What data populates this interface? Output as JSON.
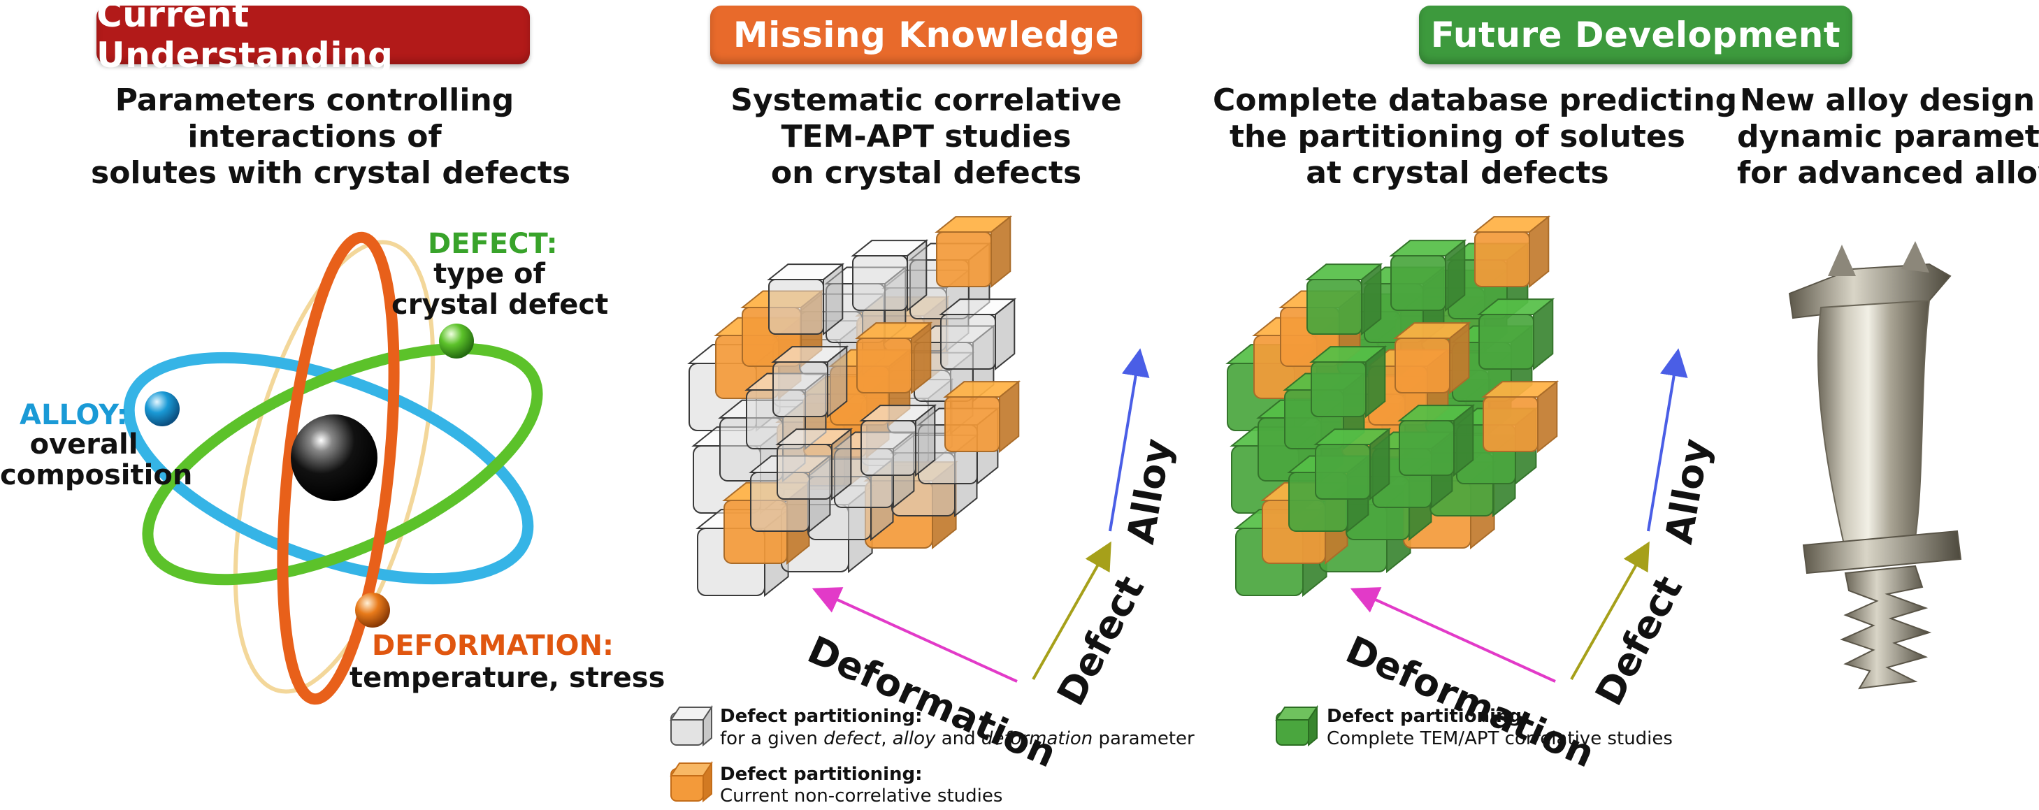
{
  "headers": {
    "current": "Current Understanding",
    "missing": "Missing Knowledge",
    "future": "Future Development"
  },
  "colors": {
    "current": "#b21a19",
    "missing": "#e86a2b",
    "future": "#3d9a3d",
    "alloy": "#1a9ad6",
    "defect": "#38a32a",
    "deformation": "#e0560f",
    "cube_orange": "#f39a3a",
    "cube_green": "#4aa63e",
    "cube_clear": "#d9d9d9"
  },
  "subtitles": {
    "current": [
      "Parameters controlling",
      "interactions of",
      "solutes with crystal defects"
    ],
    "missing": [
      "Systematic correlative",
      "TEM-APT studies",
      "on crystal defects"
    ],
    "future": [
      "Complete database predicting",
      "the partitioning of solutes",
      "at crystal defects"
    ],
    "alloy_design": [
      "New alloy design",
      "dynamic parameter",
      "for advanced alloys"
    ]
  },
  "atom": {
    "defect_title": "DEFECT:",
    "defect_desc": [
      "type of",
      "crystal defect"
    ],
    "alloy_title": "ALLOY:",
    "alloy_desc": [
      "overall",
      "composition"
    ],
    "deformation_title": "DEFORMATION:",
    "deformation_desc": "temperature, stress"
  },
  "axes": {
    "deformation": "Deformation",
    "defect": "Defect",
    "alloy": "Alloy"
  },
  "legend": {
    "clear_title": "Defect partitioning:",
    "clear_desc_pre": "for a given ",
    "clear_desc_defect": "defect",
    "clear_desc_mid1": ", ",
    "clear_desc_alloy": "alloy",
    "clear_desc_mid2": " and ",
    "clear_desc_deformation": "deformation",
    "clear_desc_post": " parameter",
    "orange_title": "Defect partitioning:",
    "orange_desc": "Current non-correlative studies",
    "green_title": "Defect partitioning:",
    "green_desc": "Complete TEM/APT correlative studies"
  }
}
